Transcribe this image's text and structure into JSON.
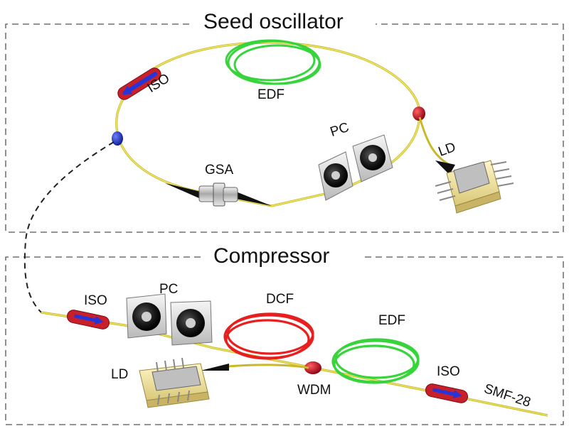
{
  "sections": {
    "seed": "Seed oscillator",
    "compressor": "Compressor"
  },
  "labels": {
    "seed_iso": "ISO",
    "seed_edf": "EDF",
    "seed_gsa": "GSA",
    "seed_pc": "PC",
    "seed_ld": "LD",
    "comp_iso_in": "ISO",
    "comp_pc": "PC",
    "comp_dcf": "DCF",
    "comp_edf": "EDF",
    "comp_ld": "LD",
    "comp_wdm": "WDM",
    "comp_iso_out": "ISO",
    "comp_smf": "SMF-28"
  },
  "colors": {
    "fiber": "#e8e04a",
    "fiber_dark": "#b8a820",
    "edf": "#37d43c",
    "dcf": "#e81f1f",
    "isolator_body": "#c8202a",
    "isolator_arrow": "#2535d8",
    "coupler_blue": "#1f3bd8",
    "wdm_red": "#b8101a",
    "frame": "#555555"
  }
}
